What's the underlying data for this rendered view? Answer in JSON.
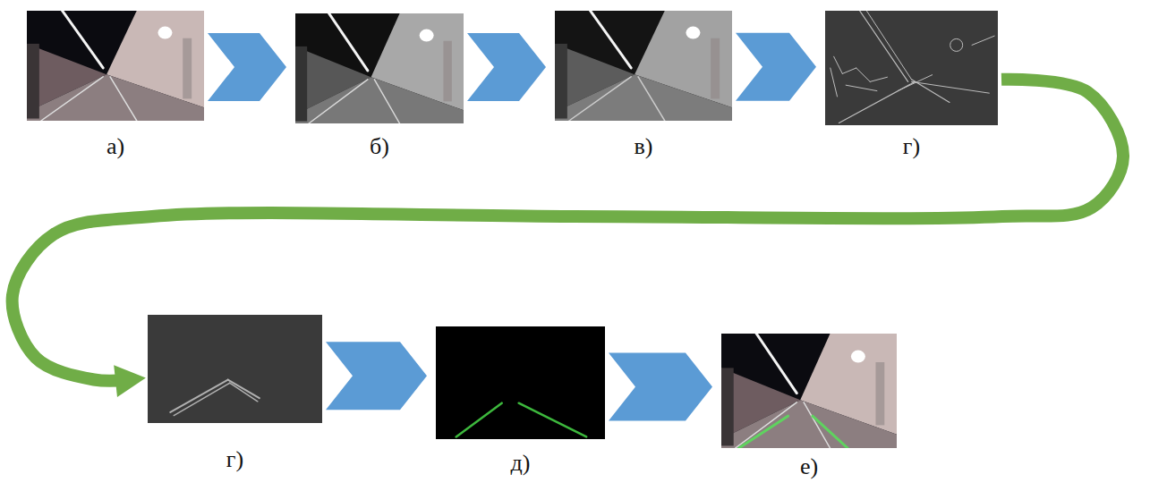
{
  "diagram": {
    "nodes": [
      {
        "text": [
          "а)"
        ]
      },
      {
        "text": [
          "б)"
        ]
      },
      {
        "text": [
          "в)"
        ]
      },
      {
        "text": [
          "г)"
        ]
      },
      {
        "text": [
          "г)"
        ]
      },
      {
        "text": [
          "д)"
        ]
      },
      {
        "text": [
          "е)"
        ]
      }
    ],
    "edges": [
      {
        "from": 0,
        "to": 1,
        "arrow": "to"
      },
      {
        "from": 1,
        "to": 2,
        "arrow": "to"
      },
      {
        "from": 2,
        "to": 3,
        "arrow": "to"
      },
      {
        "from": 3,
        "to": 4,
        "arrow": "to"
      },
      {
        "from": 4,
        "to": 5,
        "arrow": "to"
      },
      {
        "from": 5,
        "to": 6,
        "arrow": "to"
      }
    ]
  }
}
